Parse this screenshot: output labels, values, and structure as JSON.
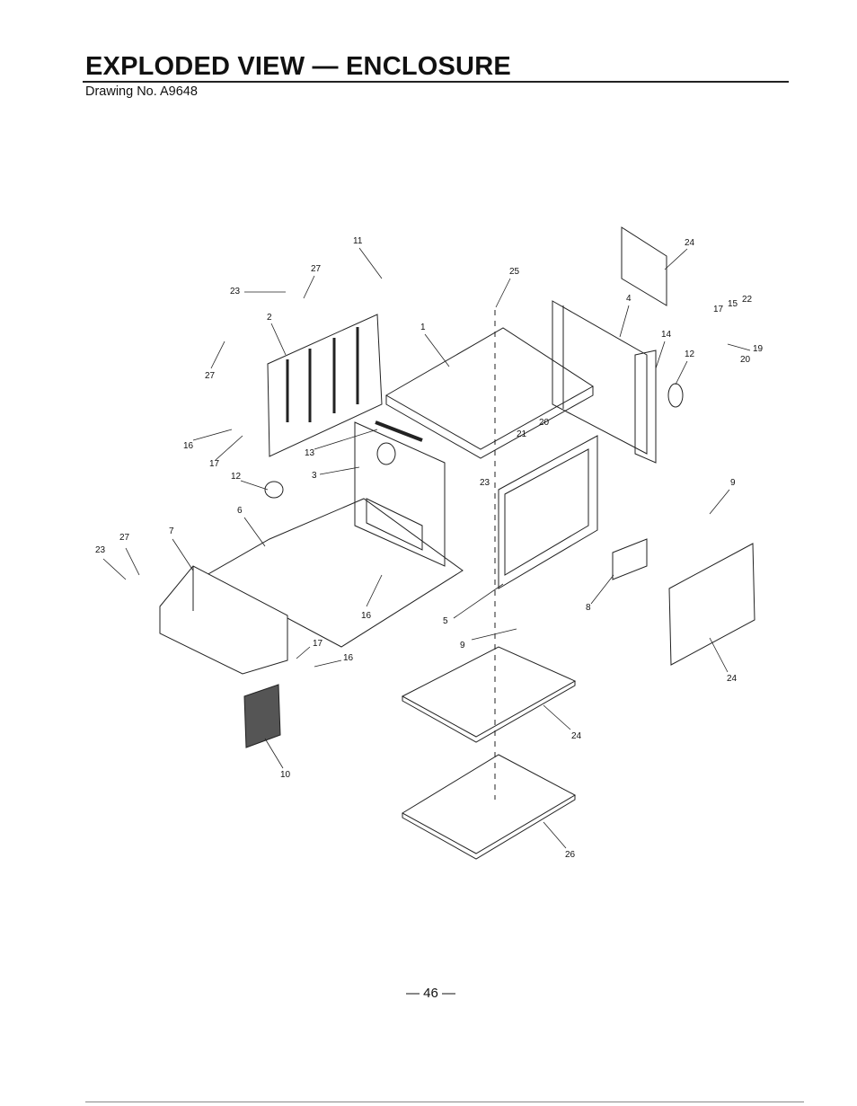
{
  "header": {
    "title": "EXPLODED VIEW — ENCLOSURE",
    "drawing_number": "Drawing No. A9648"
  },
  "callouts": [
    "11",
    "27",
    "23",
    "2",
    "27",
    "25",
    "1",
    "24",
    "4",
    "17",
    "15",
    "22",
    "14",
    "12",
    "19",
    "20",
    "16",
    "17",
    "13",
    "21",
    "20",
    "3",
    "23",
    "12",
    "9",
    "6",
    "7",
    "27",
    "23",
    "16",
    "5",
    "8",
    "9",
    "17",
    "16",
    "24",
    "24",
    "10",
    "26"
  ],
  "footer": {
    "page_number": "— 46 —"
  }
}
